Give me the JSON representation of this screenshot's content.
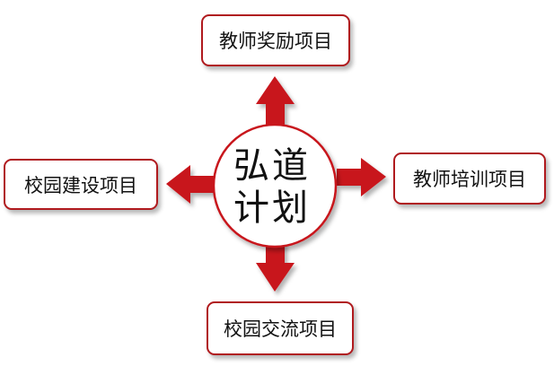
{
  "center": {
    "line1": "弘道",
    "line2": "计划"
  },
  "projects": {
    "top": "教师奖励项目",
    "left": "校园建设项目",
    "right": "教师培训项目",
    "bottom": "校园交流项目"
  },
  "colors": {
    "arrow": "#c8161d",
    "border": "#b01a1e",
    "text": "#111111",
    "background": "#ffffff"
  }
}
